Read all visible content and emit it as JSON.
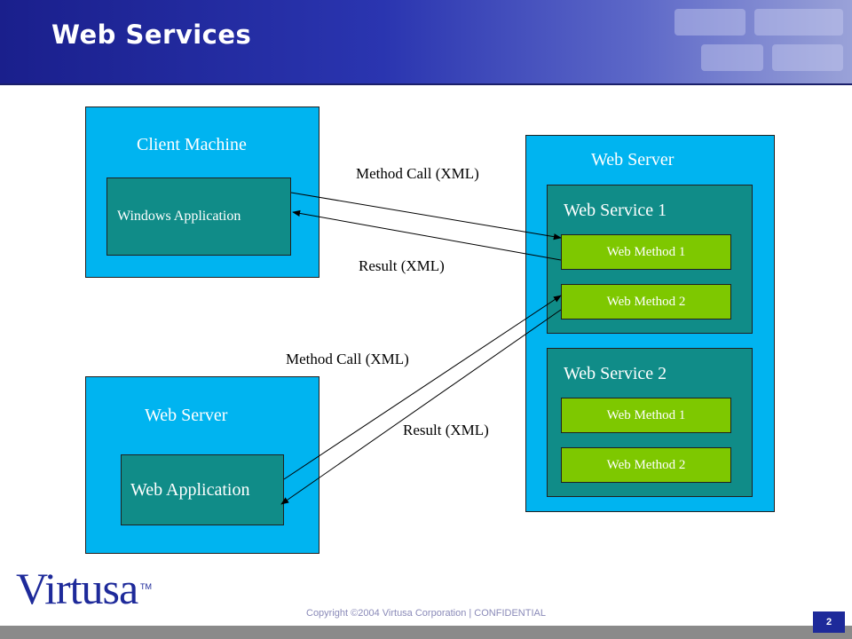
{
  "header": {
    "title": "Web Services"
  },
  "client_machine": {
    "label": "Client Machine",
    "app_label": "Windows Application"
  },
  "web_server_left": {
    "label": "Web Server",
    "app_label": "Web Application"
  },
  "web_server_right": {
    "label": "Web Server",
    "services": [
      {
        "label": "Web Service 1",
        "methods": [
          "Web Method 1",
          "Web Method 2"
        ]
      },
      {
        "label": "Web Service 2",
        "methods": [
          "Web Method 1",
          "Web Method 2"
        ]
      }
    ]
  },
  "connections": {
    "top_call": "Method Call (XML)",
    "top_result": "Result (XML)",
    "bottom_call": "Method Call (XML)",
    "bottom_result": "Result (XML)"
  },
  "footer": {
    "copyright": "Copyright ©2004 Virtusa Corporation | CONFIDENTIAL",
    "page_number": "2",
    "logo_text": "Virtusa",
    "logo_tm": "TM"
  },
  "colors": {
    "header_blue": "#1a1f8c",
    "box_blue": "#00b4f0",
    "teal": "#108c88",
    "method_green": "#7ec800"
  }
}
